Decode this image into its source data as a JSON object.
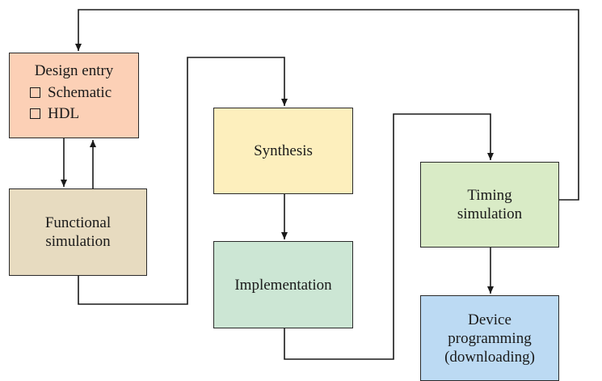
{
  "colors": {
    "design_entry": "#fcd0b6",
    "functional_simulation": "#e7dbc0",
    "synthesis": "#fdefbd",
    "implementation": "#cce6d4",
    "timing_simulation": "#d9ebc6",
    "device_programming": "#bcdaf3",
    "line": "#1a1a1a"
  },
  "design_entry": {
    "title": "Design entry",
    "options": [
      "Schematic",
      "HDL"
    ]
  },
  "functional_simulation": {
    "lines": [
      "Functional",
      "simulation"
    ]
  },
  "synthesis": {
    "lines": [
      "Synthesis"
    ]
  },
  "implementation": {
    "lines": [
      "Implementation"
    ]
  },
  "timing_simulation": {
    "lines": [
      "Timing",
      "simulation"
    ]
  },
  "device_programming": {
    "lines": [
      "Device",
      "programming",
      "(downloading)"
    ]
  }
}
